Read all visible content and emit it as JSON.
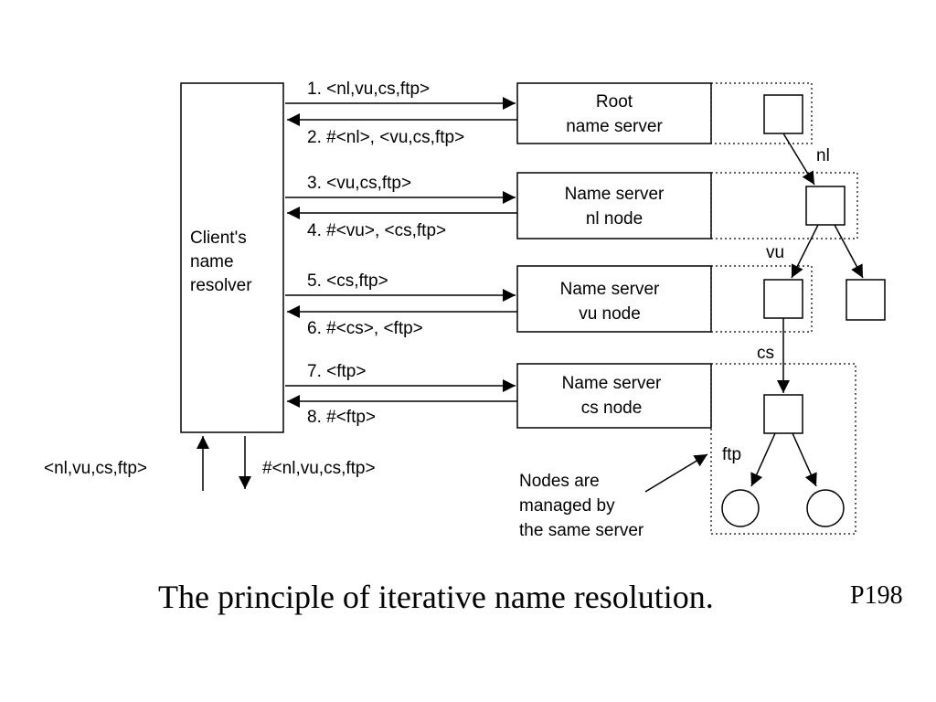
{
  "client": {
    "lines": [
      "Client's",
      "name",
      "resolver"
    ]
  },
  "servers": [
    {
      "lines": [
        "Root",
        "name server"
      ]
    },
    {
      "lines": [
        "Name server",
        "nl node"
      ]
    },
    {
      "lines": [
        "Name server",
        "vu node"
      ]
    },
    {
      "lines": [
        "Name server",
        "cs node"
      ]
    }
  ],
  "messages": [
    {
      "request": "1. <nl,vu,cs,ftp>",
      "reply": "2. #<nl>, <vu,cs,ftp>"
    },
    {
      "request": "3. <vu,cs,ftp>",
      "reply": "4. #<vu>, <cs,ftp>"
    },
    {
      "request": "5. <cs,ftp>",
      "reply": "6. #<cs>, <ftp>"
    },
    {
      "request": "7. <ftp>",
      "reply": "8. #<ftp>"
    }
  ],
  "client_io": {
    "input": "<nl,vu,cs,ftp>",
    "output": "#<nl,vu,cs,ftp>"
  },
  "tree_labels": {
    "nl": "nl",
    "vu": "vu",
    "cs": "cs",
    "ftp": "ftp"
  },
  "note": {
    "lines": [
      "Nodes are",
      "managed by",
      "the same server"
    ]
  },
  "caption": "The principle of iterative name resolution.",
  "page_ref": "P198"
}
